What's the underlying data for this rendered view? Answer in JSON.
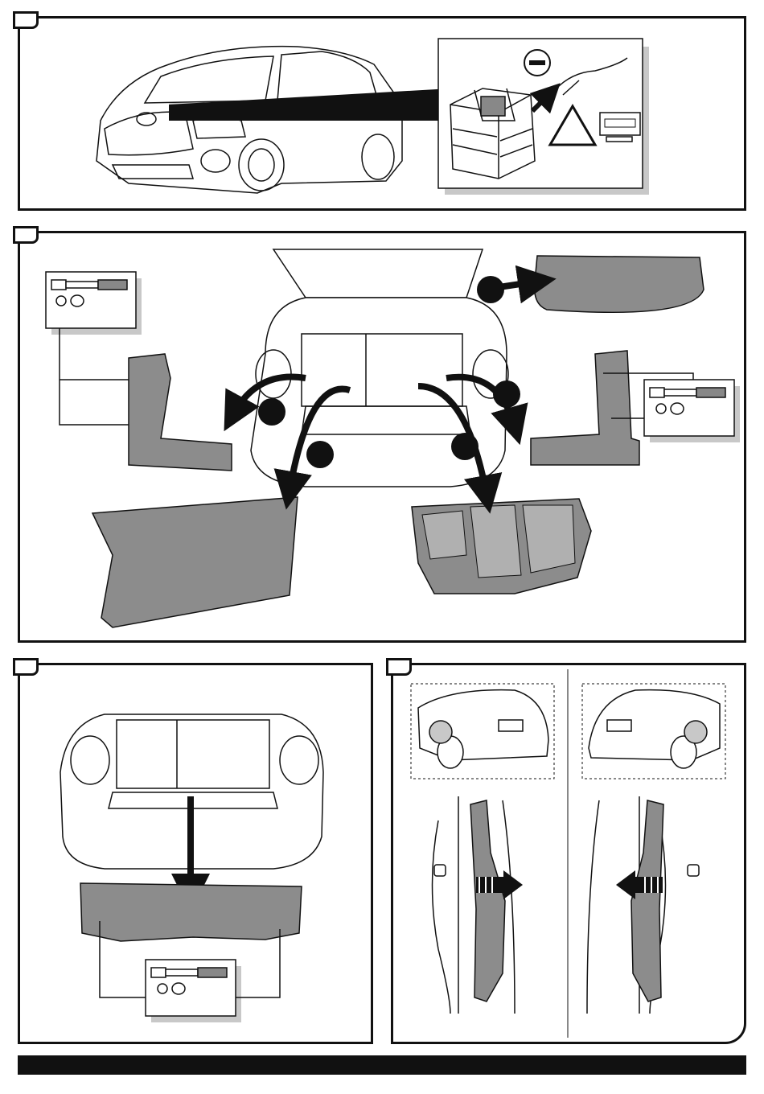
{
  "steps": [
    {
      "id": 1,
      "tab_label": "",
      "illustration": "disconnect-negative-battery-terminal",
      "icons": [
        "minus-sign-icon",
        "warning-triangle-icon",
        "manual-reference-icon"
      ]
    },
    {
      "id": 2,
      "tab_label": "",
      "illustration": "remove-luggage-compartment-trim",
      "icons": [
        "ratchet-tool-icon",
        "socket-icon"
      ],
      "callouts": [
        "",
        "",
        "",
        "",
        ""
      ]
    },
    {
      "id": 3,
      "tab_label": "",
      "illustration": "remove-rear-sill-trim",
      "icons": [
        "ratchet-tool-icon",
        "socket-icon"
      ]
    },
    {
      "id": 4,
      "tab_label": "",
      "illustration": "fold-away-side-trim-left-and-right",
      "icons": [
        "arrow-right-icon",
        "arrow-left-icon"
      ]
    }
  ],
  "colors": {
    "line": "#111111",
    "trim_fill": "#8c8c8c",
    "shadow": "#c8c8c8",
    "background": "#ffffff"
  }
}
